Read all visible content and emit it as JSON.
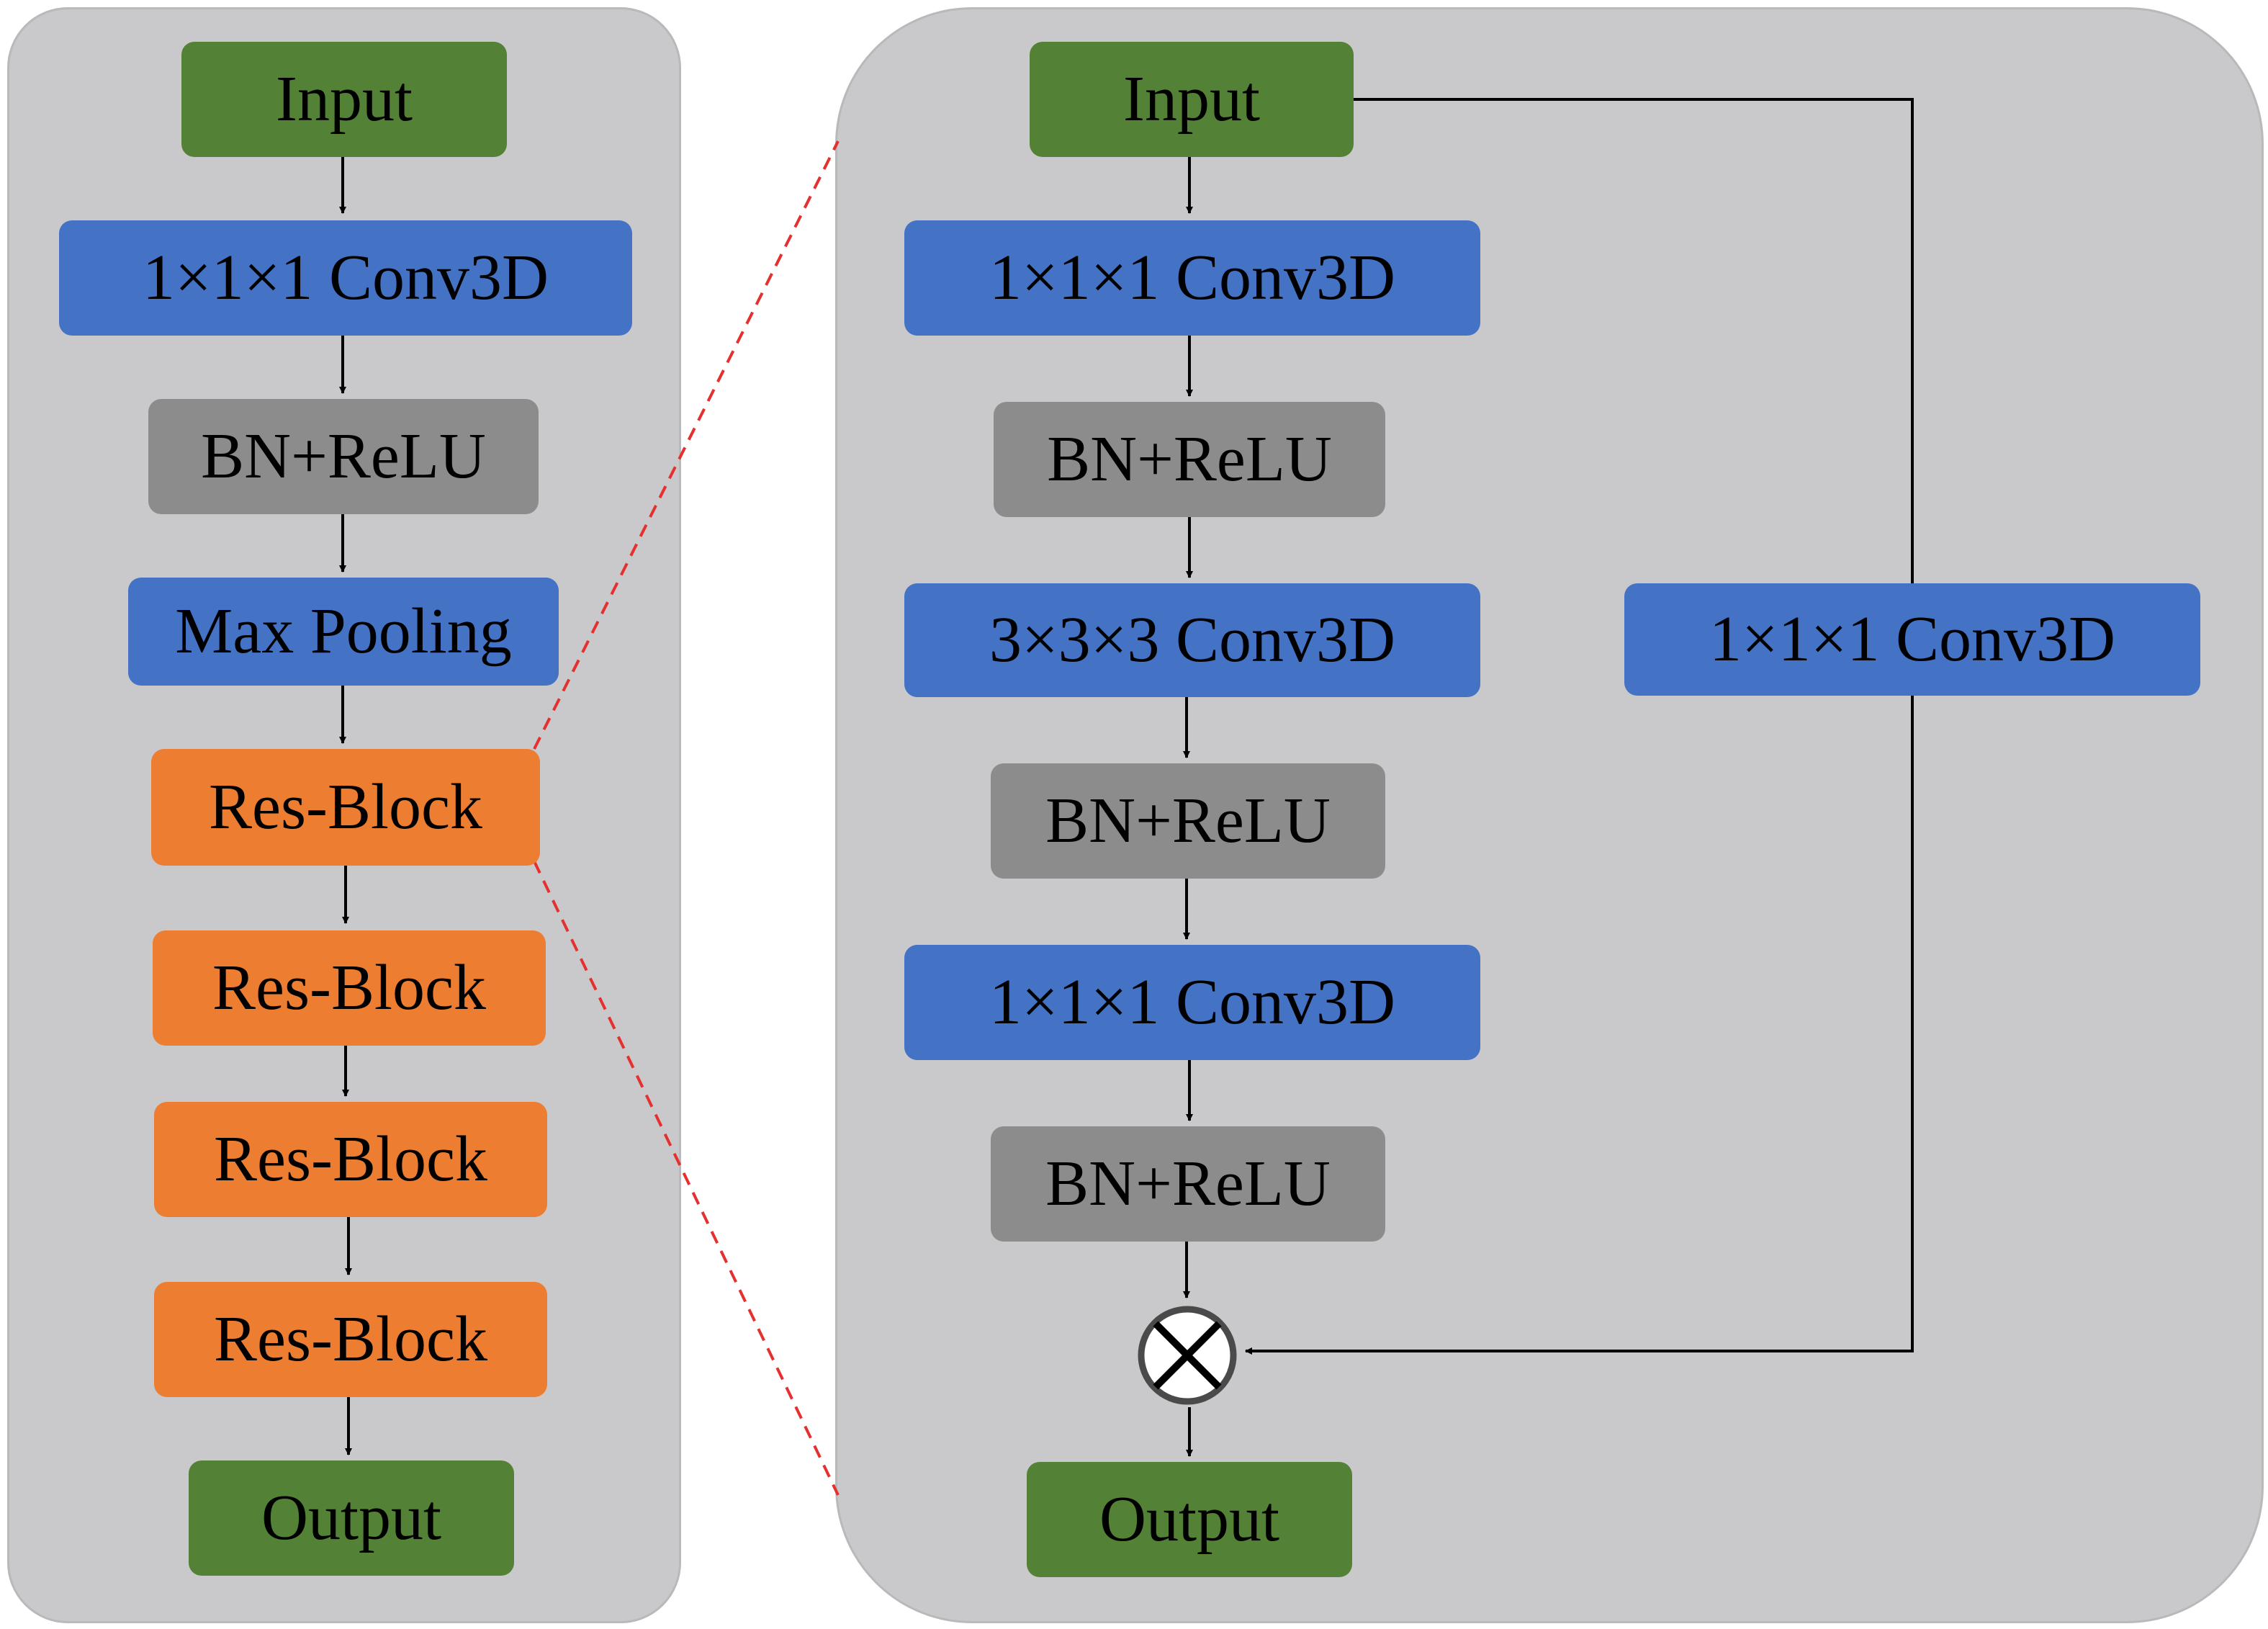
{
  "colors": {
    "input_output": "#538135",
    "conv": "#4472c4",
    "norm": "#8c8c8c",
    "res_block": "#ed7d31",
    "panel": "#c9c9cb",
    "zoom_lines": "#e53030"
  },
  "left_panel": {
    "nodes": [
      {
        "label": "Input",
        "kind": "input_output"
      },
      {
        "label": "1×1×1 Conv3D",
        "kind": "conv"
      },
      {
        "label": "BN+ReLU",
        "kind": "norm"
      },
      {
        "label": "Max Pooling",
        "kind": "conv"
      },
      {
        "label": "Res-Block",
        "kind": "res_block"
      },
      {
        "label": "Res-Block",
        "kind": "res_block"
      },
      {
        "label": "Res-Block",
        "kind": "res_block"
      },
      {
        "label": "Res-Block",
        "kind": "res_block"
      },
      {
        "label": "Output",
        "kind": "input_output"
      }
    ]
  },
  "right_panel": {
    "nodes": [
      {
        "label": "Input",
        "kind": "input_output"
      },
      {
        "label": "1×1×1 Conv3D",
        "kind": "conv"
      },
      {
        "label": "BN+ReLU",
        "kind": "norm"
      },
      {
        "label": "3×3×3 Conv3D",
        "kind": "conv"
      },
      {
        "label": "BN+ReLU",
        "kind": "norm"
      },
      {
        "label": "1×1×1 Conv3D",
        "kind": "conv"
      },
      {
        "label": "BN+ReLU",
        "kind": "norm"
      },
      {
        "label": "Output",
        "kind": "input_output"
      }
    ],
    "shortcut": {
      "label": "1×1×1 Conv3D",
      "kind": "conv"
    },
    "merge_symbol": "multiply-icon"
  }
}
